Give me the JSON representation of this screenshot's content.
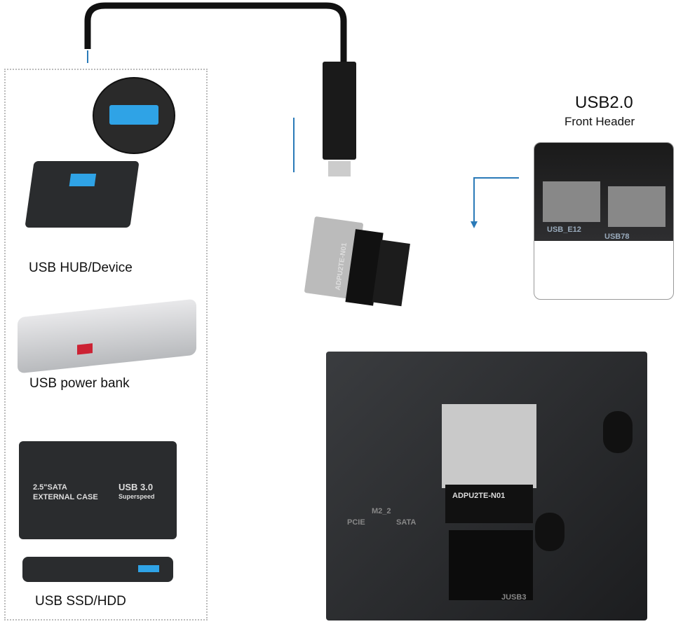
{
  "header_title": "USB2.0",
  "header_subtitle": "Front Header",
  "header_labels": [
    "USB_E12",
    "USB78"
  ],
  "adapter_model": "ADPU2TE-N01",
  "devices": [
    {
      "label": "USB HUB/Device"
    },
    {
      "label": "USB power bank"
    },
    {
      "label": "USB SSD/HDD"
    }
  ],
  "ssd_case_text": {
    "size": "2.5\"SATA",
    "type": "EXTERNAL CASE",
    "brand": "USB 3.0",
    "speed": "Superspeed"
  },
  "board_labels": {
    "m2": "M2_2",
    "pcie": "PCIE",
    "sata": "SATA",
    "jusb": "JUSB3"
  },
  "colors": {
    "arrow": "#2a7ab8",
    "usb_blue": "#2fa3e6"
  }
}
